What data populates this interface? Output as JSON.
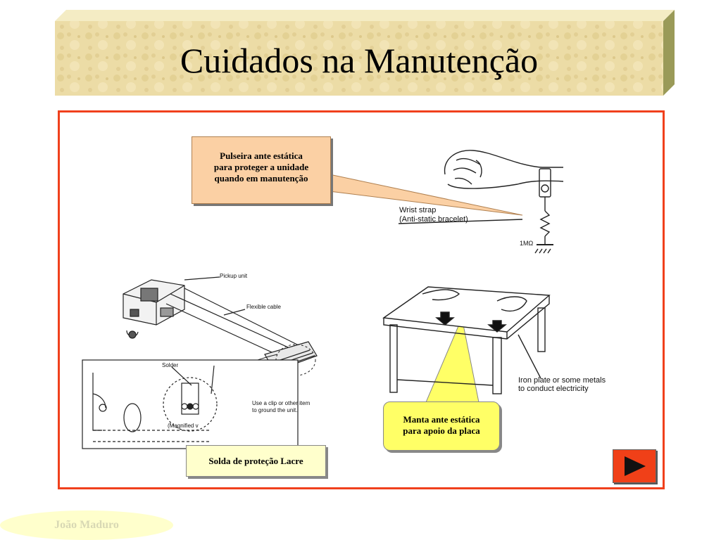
{
  "title": "Cuidados na Manutenção",
  "callouts": {
    "wrist_strap_line1": "Pulseira ante estática",
    "wrist_strap_line2": "para proteger a unidade",
    "wrist_strap_line3": "quando em manutenção",
    "mat_line1": "Manta ante estática",
    "mat_line2": "para apoio da placa",
    "solder": "Solda de proteção Lacre"
  },
  "diagram_labels": {
    "wrist_strap": "Wrist strap",
    "anti_static": "(Anti-static bracelet)",
    "resistor": "1MΩ",
    "pickup_unit": "Pickup unit",
    "flexible_cable": "Flexible cable",
    "solder": "Solder",
    "magnified": "(Magnified v",
    "clip_line1": "Use a clip or other item",
    "clip_line2": "to ground the unit.",
    "iron_line1": "Iron plate or some metals",
    "iron_line2": "to conduct electricity"
  },
  "footer": {
    "author": "João Maduro"
  },
  "navigation": {
    "next_icon": "play-right-icon"
  },
  "colors": {
    "frame_border": "#f0401c",
    "orange_callout": "#fbd0a4",
    "yellow_callout": "#ffff66",
    "cream_callout": "#ffffcc",
    "next_button": "#f04018"
  }
}
